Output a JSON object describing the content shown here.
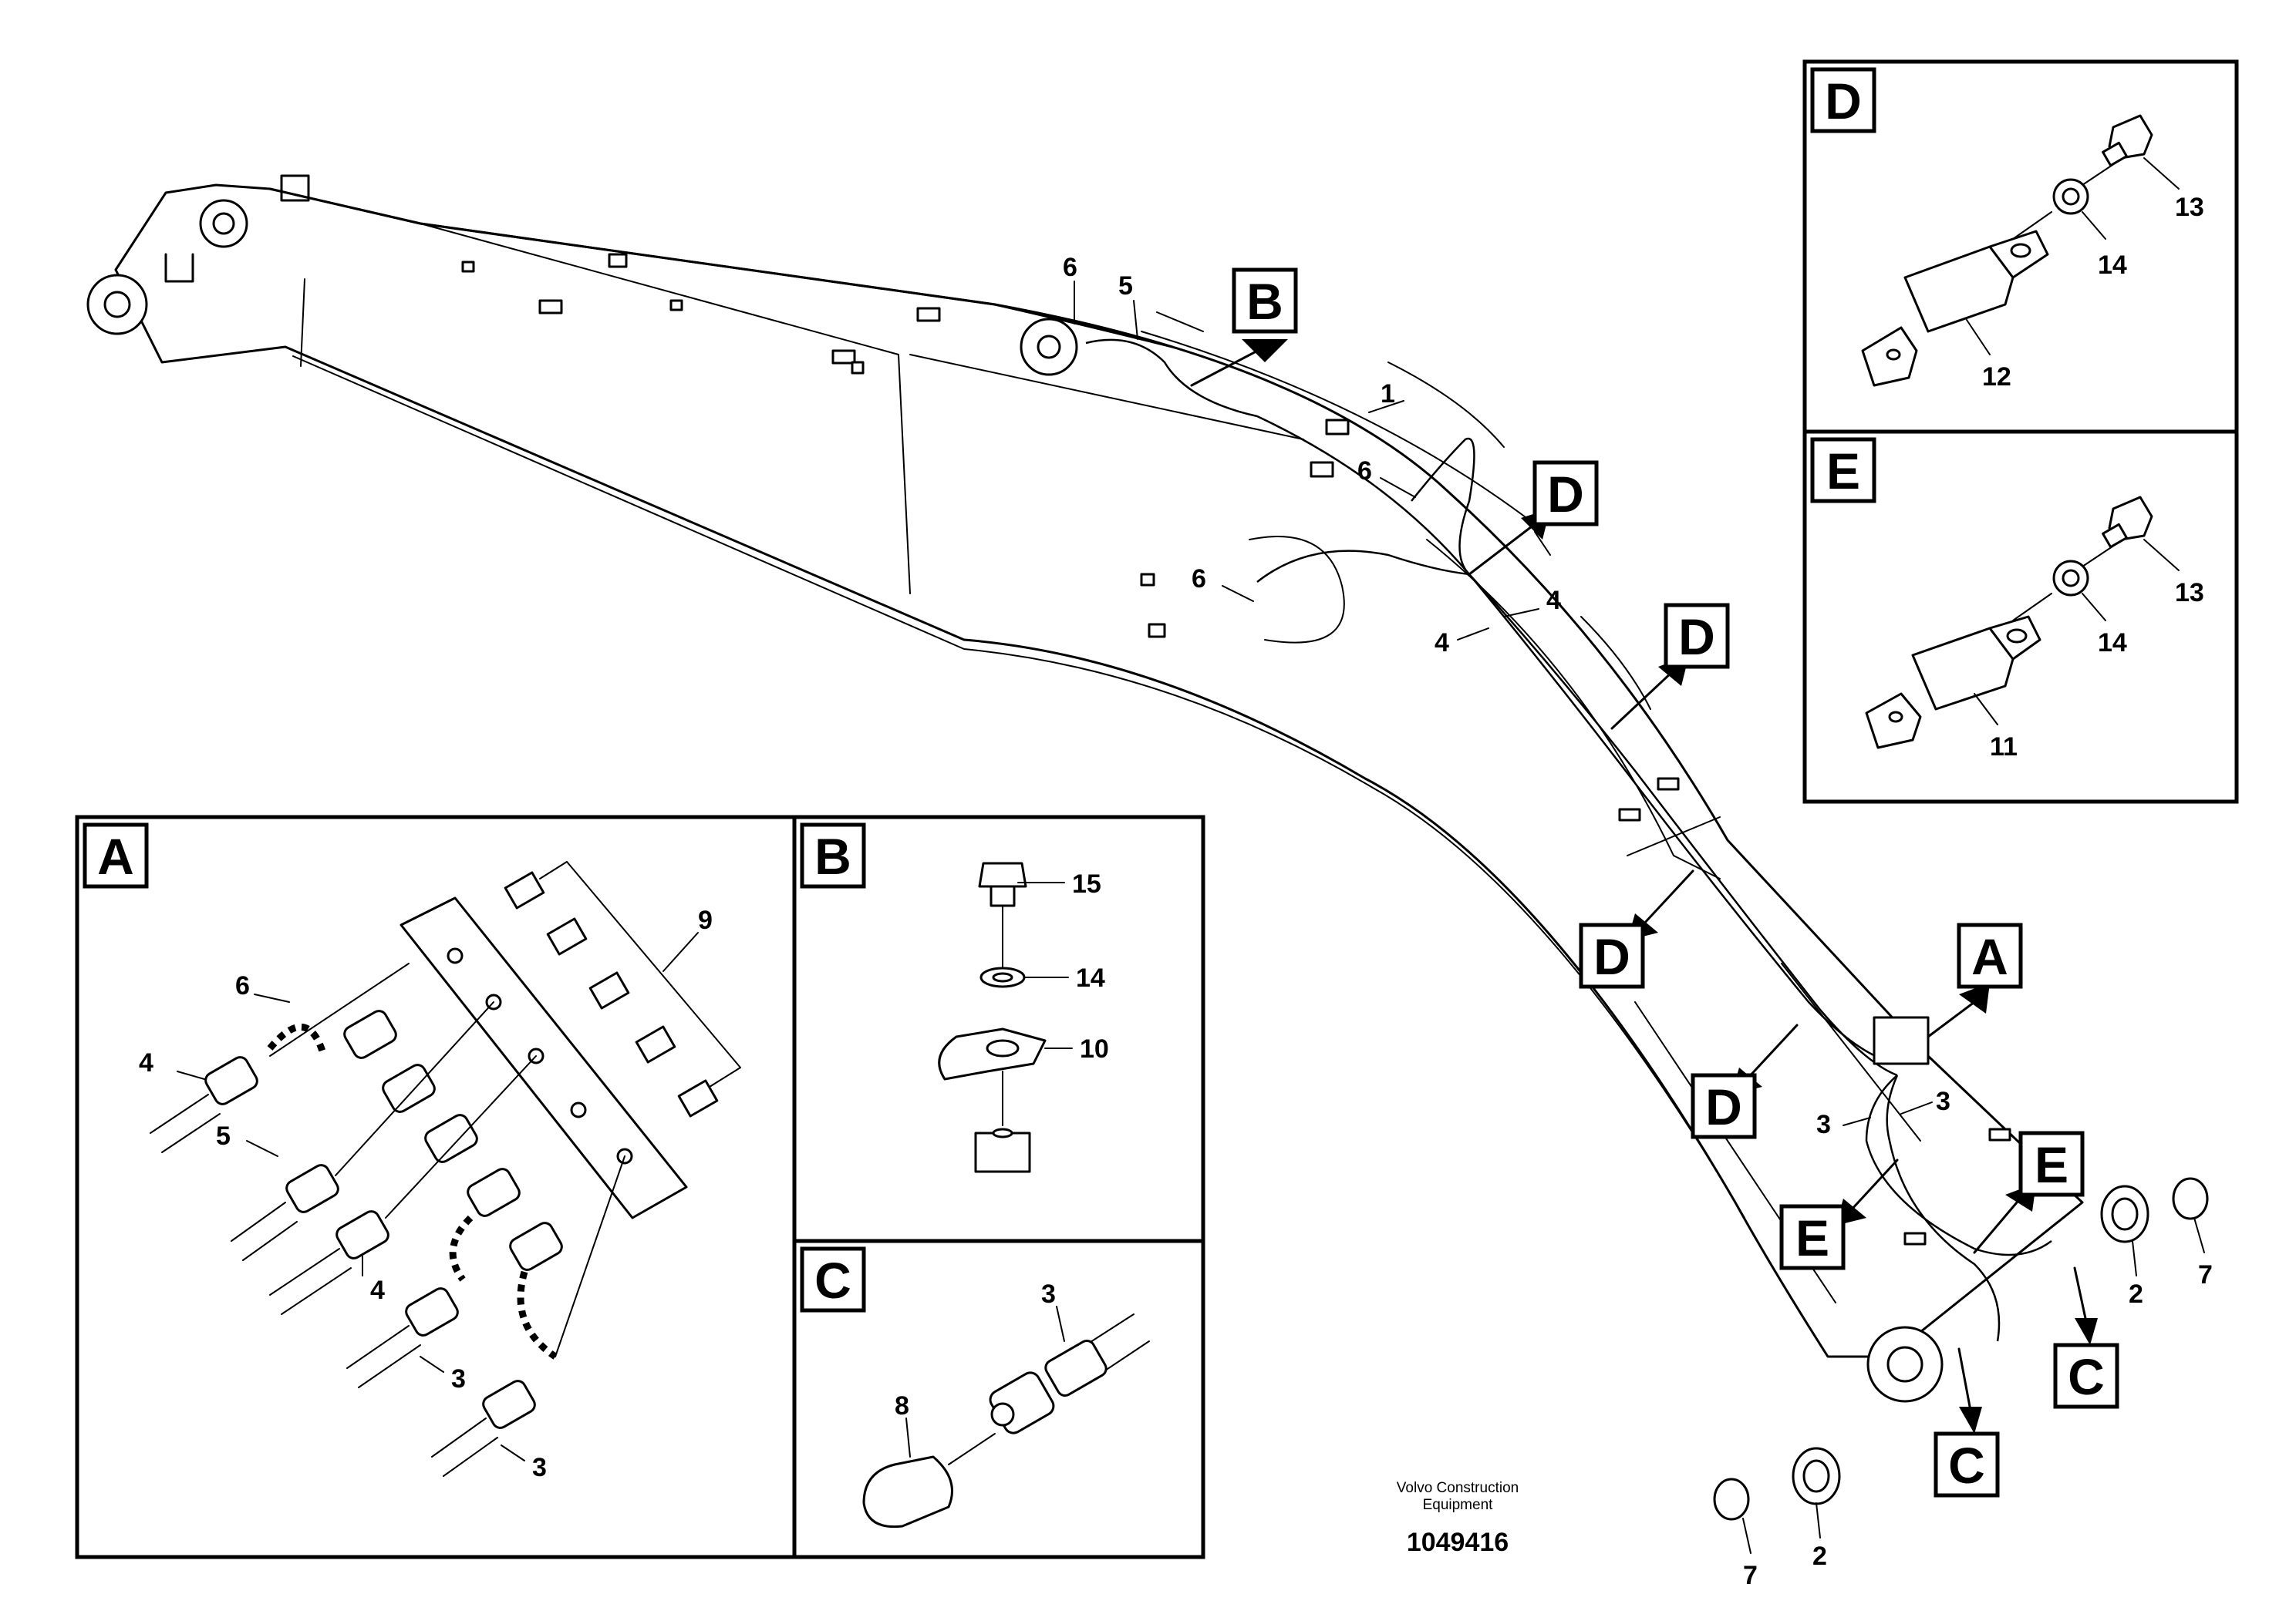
{
  "views": {
    "A": {
      "label": "A"
    },
    "B": {
      "label": "B"
    },
    "C": {
      "label": "C"
    },
    "D": {
      "label": "D"
    },
    "E": {
      "label": "E"
    }
  },
  "pointer_labels": {
    "B": "B",
    "D1": "D",
    "D2": "D",
    "D3": "D",
    "D4": "D",
    "A": "A",
    "E1": "E",
    "E2": "E",
    "C1": "C",
    "C2": "C"
  },
  "callouts": {
    "main": {
      "n1": "1",
      "n5": "5",
      "n6a": "6",
      "n6b": "6",
      "n6c": "6",
      "n4a": "4",
      "n4b": "4",
      "n3a": "3",
      "n3b": "3",
      "n2a": "2",
      "n2b": "2",
      "n7a": "7",
      "n7b": "7"
    },
    "view_a": {
      "n9": "9",
      "n6": "6",
      "n4a": "4",
      "n5": "5",
      "n4b": "4",
      "n3a": "3",
      "n3b": "3"
    },
    "view_b": {
      "n15": "15",
      "n14": "14",
      "n10": "10"
    },
    "view_c": {
      "n3": "3",
      "n8": "8"
    },
    "view_d": {
      "n13": "13",
      "n14": "14",
      "n12": "12"
    },
    "view_e": {
      "n13": "13",
      "n14": "14",
      "n11": "11"
    }
  },
  "footer": {
    "company_line1": "Volvo Construction",
    "company_line2": "Equipment",
    "drawing_number": "1049416"
  }
}
